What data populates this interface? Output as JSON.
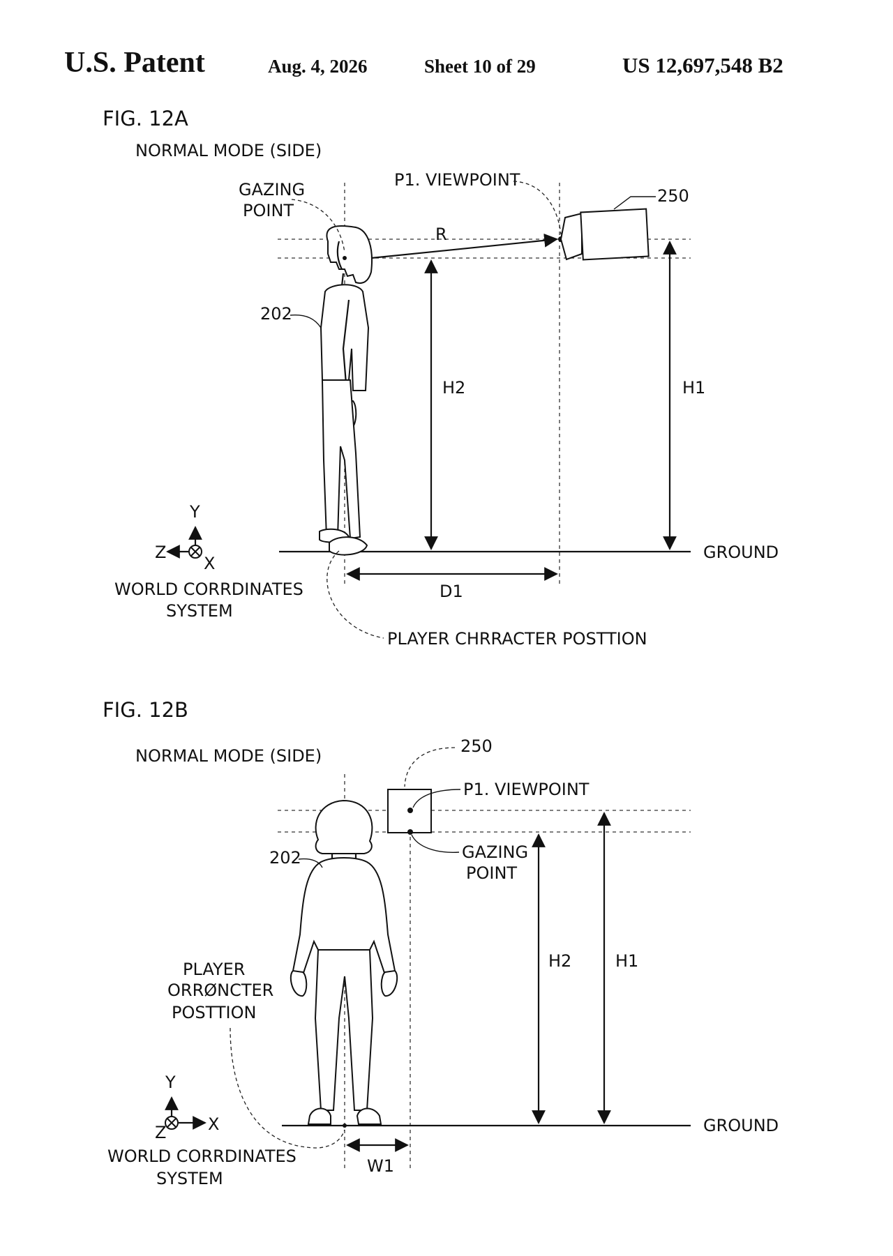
{
  "header": {
    "title": "U.S. Patent",
    "date": "Aug. 4, 2026",
    "sheet": "Sheet 10 of 29",
    "number": "US 12,697,548 B2"
  },
  "fig12a": {
    "label": "FIG. 12A",
    "mode": "NORMAL MODE (SIDE)",
    "gazing_point": [
      "GAZING",
      "POINT"
    ],
    "viewpoint": "P1. VIEWPOINT",
    "camera_ref": "250",
    "character_ref": "202",
    "r": "R",
    "h1": "H1",
    "h2": "H2",
    "d1": "D1",
    "ground": "GROUND",
    "axes": {
      "y": "Y",
      "z": "Z",
      "x": "X"
    },
    "coords": [
      "WORLD CORRDINATES",
      "SYSTEM"
    ],
    "player_position": "PLAYER CHRRACTER POSTTION"
  },
  "fig12b": {
    "label": "FIG. 12B",
    "mode": "NORMAL MODE (SIDE)",
    "camera_ref": "250",
    "viewpoint": "P1. VIEWPOINT",
    "gazing_point": [
      "GAZING",
      "POINT"
    ],
    "character_ref": "202",
    "player_position": [
      "PLAYER",
      "ORRØNCTER",
      "POSTTION"
    ],
    "h1": "H1",
    "h2": "H2",
    "w1": "W1",
    "ground": "GROUND",
    "axes": {
      "y": "Y",
      "z": "Z",
      "x": "X"
    },
    "coords": [
      "WORLD CORRDINATES",
      "SYSTEM"
    ]
  }
}
